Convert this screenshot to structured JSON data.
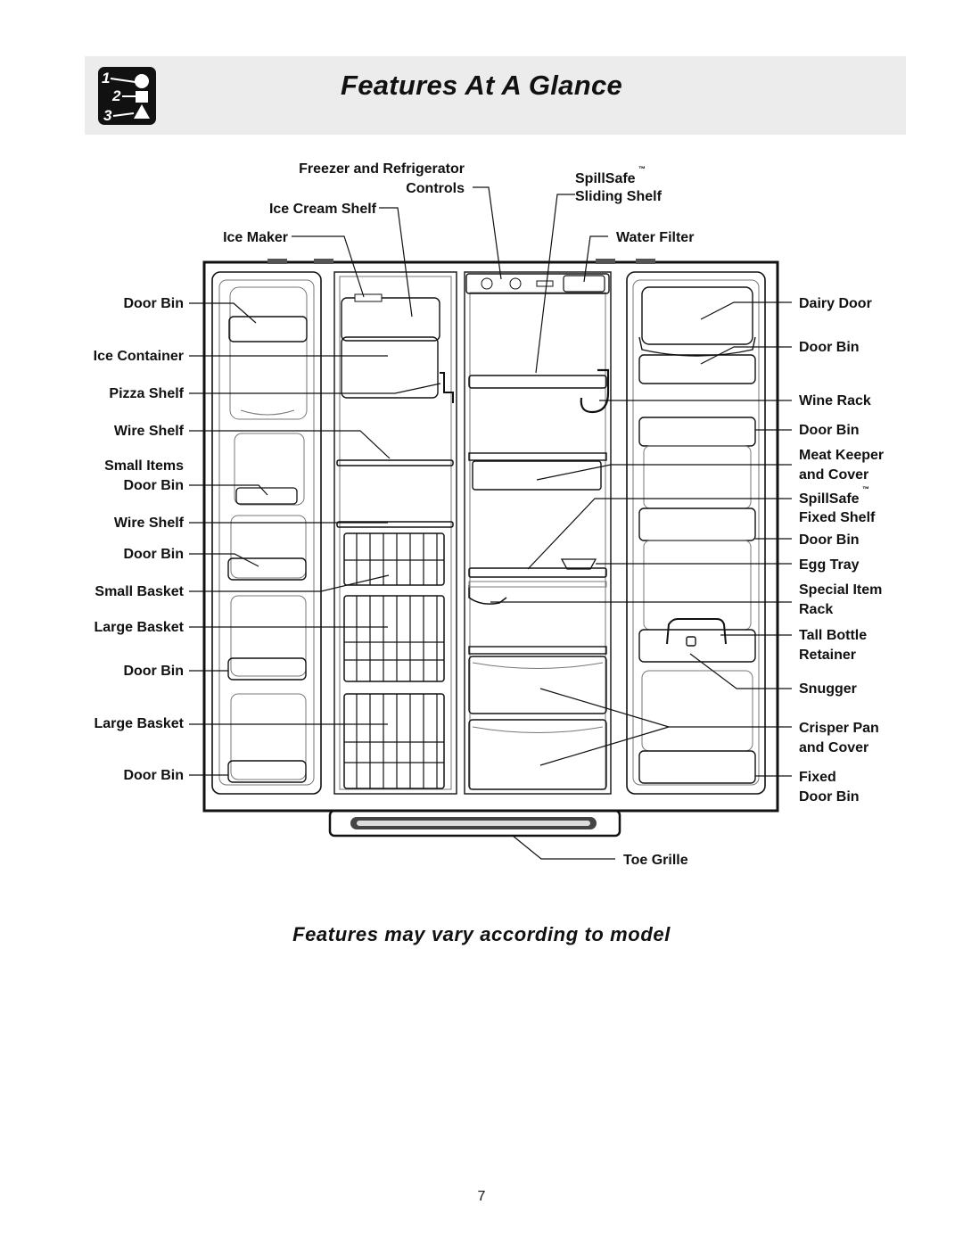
{
  "header": {
    "title": "Features At A Glance",
    "logo_glyphs": [
      "1",
      "2",
      "3"
    ],
    "banner_color": "#ececec"
  },
  "labels": {
    "freezer_refrigerator_controls": [
      "Freezer and Refrigerator",
      "Controls"
    ],
    "ice_cream_shelf": "Ice Cream Shelf",
    "ice_maker": "Ice Maker",
    "spillsafe_sliding_shelf": [
      "SpillSafe",
      "Sliding Shelf"
    ],
    "tm": "™",
    "water_filter": "Water Filter",
    "left": {
      "door_bin_1": "Door Bin",
      "ice_container": "Ice Container",
      "pizza_shelf": "Pizza Shelf",
      "wire_shelf_1": "Wire Shelf",
      "small_items_door_bin": [
        "Small Items",
        "Door Bin"
      ],
      "wire_shelf_2": "Wire Shelf",
      "door_bin_2": "Door Bin",
      "small_basket": "Small Basket",
      "large_basket_1": "Large Basket",
      "door_bin_3": "Door Bin",
      "large_basket_2": "Large Basket",
      "door_bin_4": "Door Bin"
    },
    "right": {
      "dairy_door": "Dairy Door",
      "door_bin_1": "Door Bin",
      "wine_rack": "Wine Rack",
      "door_bin_2": "Door Bin",
      "meat_keeper": [
        "Meat Keeper",
        "and Cover"
      ],
      "spillsafe_fixed_shelf": [
        "SpillSafe",
        "Fixed Shelf"
      ],
      "door_bin_3": "Door Bin",
      "egg_tray": "Egg Tray",
      "special_item_rack": [
        "Special Item",
        "Rack"
      ],
      "tall_bottle_retainer": [
        "Tall Bottle",
        "Retainer"
      ],
      "snugger": "Snugger",
      "crisper_pan": [
        "Crisper Pan",
        "and Cover"
      ],
      "fixed_door_bin": [
        "Fixed",
        "Door Bin"
      ]
    },
    "toe_grille": "Toe Grille"
  },
  "footer": {
    "note": "Features may vary according to model",
    "page_number": "7"
  }
}
